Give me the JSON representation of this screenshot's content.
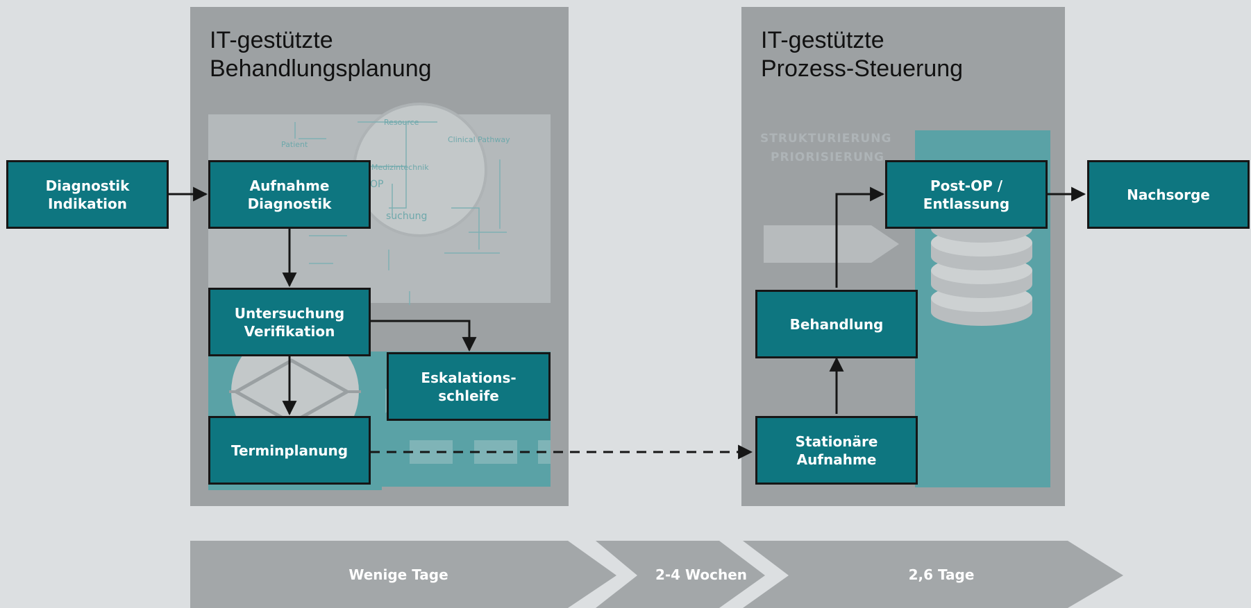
{
  "panels": {
    "left_title": "IT-gestützte\nBehandlungsplanung",
    "right_title": "IT-gestützte\nProzess-Steuerung"
  },
  "background_labels": {
    "strukturierung": "STRUKTURIERUNG",
    "priorisierung": "PRIORISIERUNG",
    "resource": "Resource",
    "clinical_pathway": "Clinical Pathway",
    "patient": "Patient",
    "medizintechnik": "Medizintechnik",
    "op": "OP",
    "suchung": "suchung"
  },
  "boxes": {
    "diagnostik_indikation": "Diagnostik\nIndikation",
    "aufnahme_diagnostik": "Aufnahme\nDiagnostik",
    "untersuchung_verifikation": "Untersuchung\nVerifikation",
    "eskalationsschleife": "Eskalations-\nschleife",
    "terminplanung": "Terminplanung",
    "stationaere_aufnahme": "Stationäre\nAufnahme",
    "behandlung": "Behandlung",
    "post_op_entlassung": "Post-OP /\nEntlassung",
    "nachsorge": "Nachsorge"
  },
  "timeline": {
    "wenige_tage": "Wenige Tage",
    "wochen": "2-4 Wochen",
    "tage": "2,6 Tage"
  },
  "colors": {
    "box_fill": "#0e7680",
    "panel": "#9da1a3",
    "teal_light": "#5aa2a6",
    "chevron": "#a3a7a9",
    "background": "#dcdfe1"
  }
}
